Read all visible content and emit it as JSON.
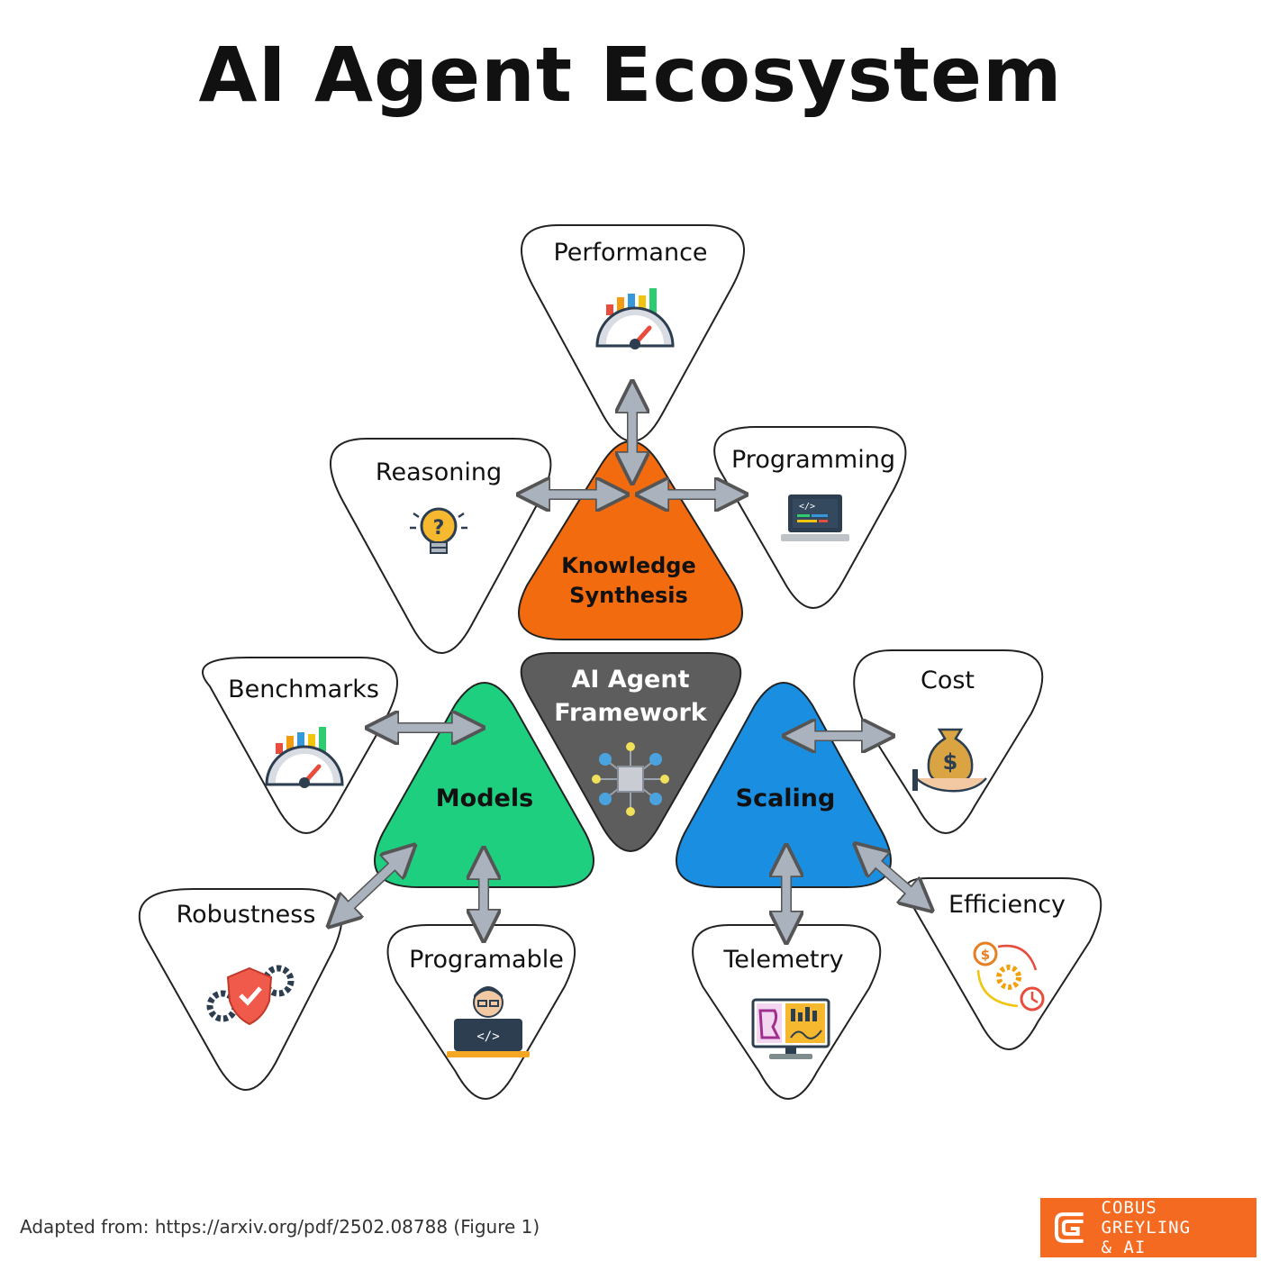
{
  "title": "AI Agent Ecosystem",
  "center": {
    "line1": "AI Agent",
    "line2": "Framework",
    "icon": "network-hub-icon",
    "color": "#5d5d5d"
  },
  "cores": {
    "knowledge": {
      "line1": "Knowledge",
      "line2": "Synthesis",
      "color": "#f26b0f"
    },
    "models": {
      "label": "Models",
      "color": "#1fcf80"
    },
    "scaling": {
      "label": "Scaling",
      "color": "#1a8ee0"
    }
  },
  "nodes": {
    "performance": {
      "label": "Performance",
      "icon": "speedometer-chart-icon"
    },
    "reasoning": {
      "label": "Reasoning",
      "icon": "lightbulb-question-icon"
    },
    "programming": {
      "label": "Programming",
      "icon": "laptop-code-icon"
    },
    "benchmarks": {
      "label": "Benchmarks",
      "icon": "speedometer-chart-icon"
    },
    "robustness": {
      "label": "Robustness",
      "icon": "shield-gears-icon"
    },
    "programable": {
      "label": "Programable",
      "icon": "developer-laptop-icon"
    },
    "cost": {
      "label": "Cost",
      "icon": "money-bag-hand-icon"
    },
    "efficiency": {
      "label": "Efficiency",
      "icon": "dollar-gear-clock-icon"
    },
    "telemetry": {
      "label": "Telemetry",
      "icon": "monitor-analytics-icon"
    }
  },
  "footer": {
    "source": "Adapted from: https://arxiv.org/pdf/2502.08788 (Figure 1)",
    "brand_line1": "COBUS GREYLING",
    "brand_line2": "& AI",
    "brand_color": "#f46a20"
  }
}
